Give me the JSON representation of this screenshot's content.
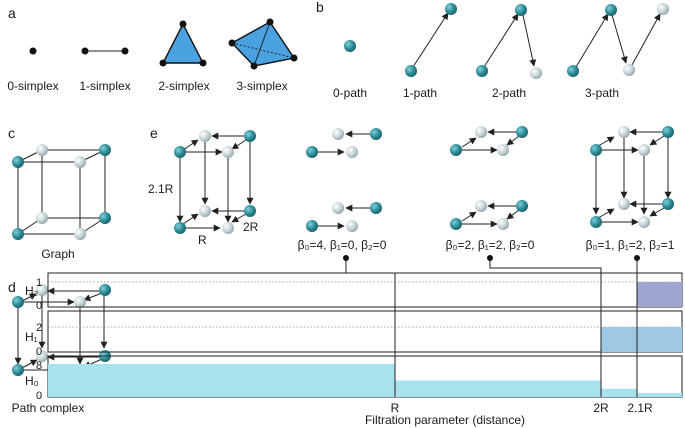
{
  "panels": {
    "a": "a",
    "b": "b",
    "c": "c",
    "d": "d",
    "e": "e"
  },
  "simplex_labels": [
    "0-simplex",
    "1-simplex",
    "2-simplex",
    "3-simplex"
  ],
  "path_labels": [
    "0-path",
    "1-path",
    "2-path",
    "3-path"
  ],
  "graph_label": "Graph",
  "path_complex_label": "Path complex",
  "cube_labels": {
    "height": "2.1R",
    "side_r": "R",
    "side_2r": "2R"
  },
  "betti": [
    "β₀=4, β₁=0, β₂=0",
    "β₀=2, β₁=2, β₂=0",
    "β₀=1, β₁=2, β₂=1"
  ],
  "chart_data": {
    "type": "bar",
    "xlabel": "Filtration parameter (distance)",
    "x_tick_labels": [
      "R",
      "2R",
      "2.1R"
    ],
    "x_breaks": [
      1,
      2,
      2.1
    ],
    "panels": [
      {
        "name": "H₂",
        "y_ticks": [
          "0",
          "1"
        ],
        "intervals": [
          {
            "from": 2.1,
            "to": "end",
            "value": 1
          }
        ]
      },
      {
        "name": "H₁",
        "y_ticks": [
          "0",
          "2"
        ],
        "intervals": [
          {
            "from": 2,
            "to": "end",
            "value": 2
          }
        ]
      },
      {
        "name": "H₀",
        "y_ticks": [
          "0",
          "8"
        ],
        "intervals": [
          {
            "from": 0,
            "to": 1,
            "value": 8
          },
          {
            "from": 1,
            "to": 2,
            "value": 4
          },
          {
            "from": 2,
            "to": 2.1,
            "value": 2
          },
          {
            "from": 2.1,
            "to": "end",
            "value": 1
          }
        ]
      }
    ],
    "colors": {
      "H0": "#a9e2ef",
      "H1": "#9fc8e5",
      "H2": "#9ea5cf"
    }
  },
  "colors": {
    "teal": "#2f8f9a",
    "light": "#b7c9cf",
    "triangle": "#4aa3e0"
  }
}
